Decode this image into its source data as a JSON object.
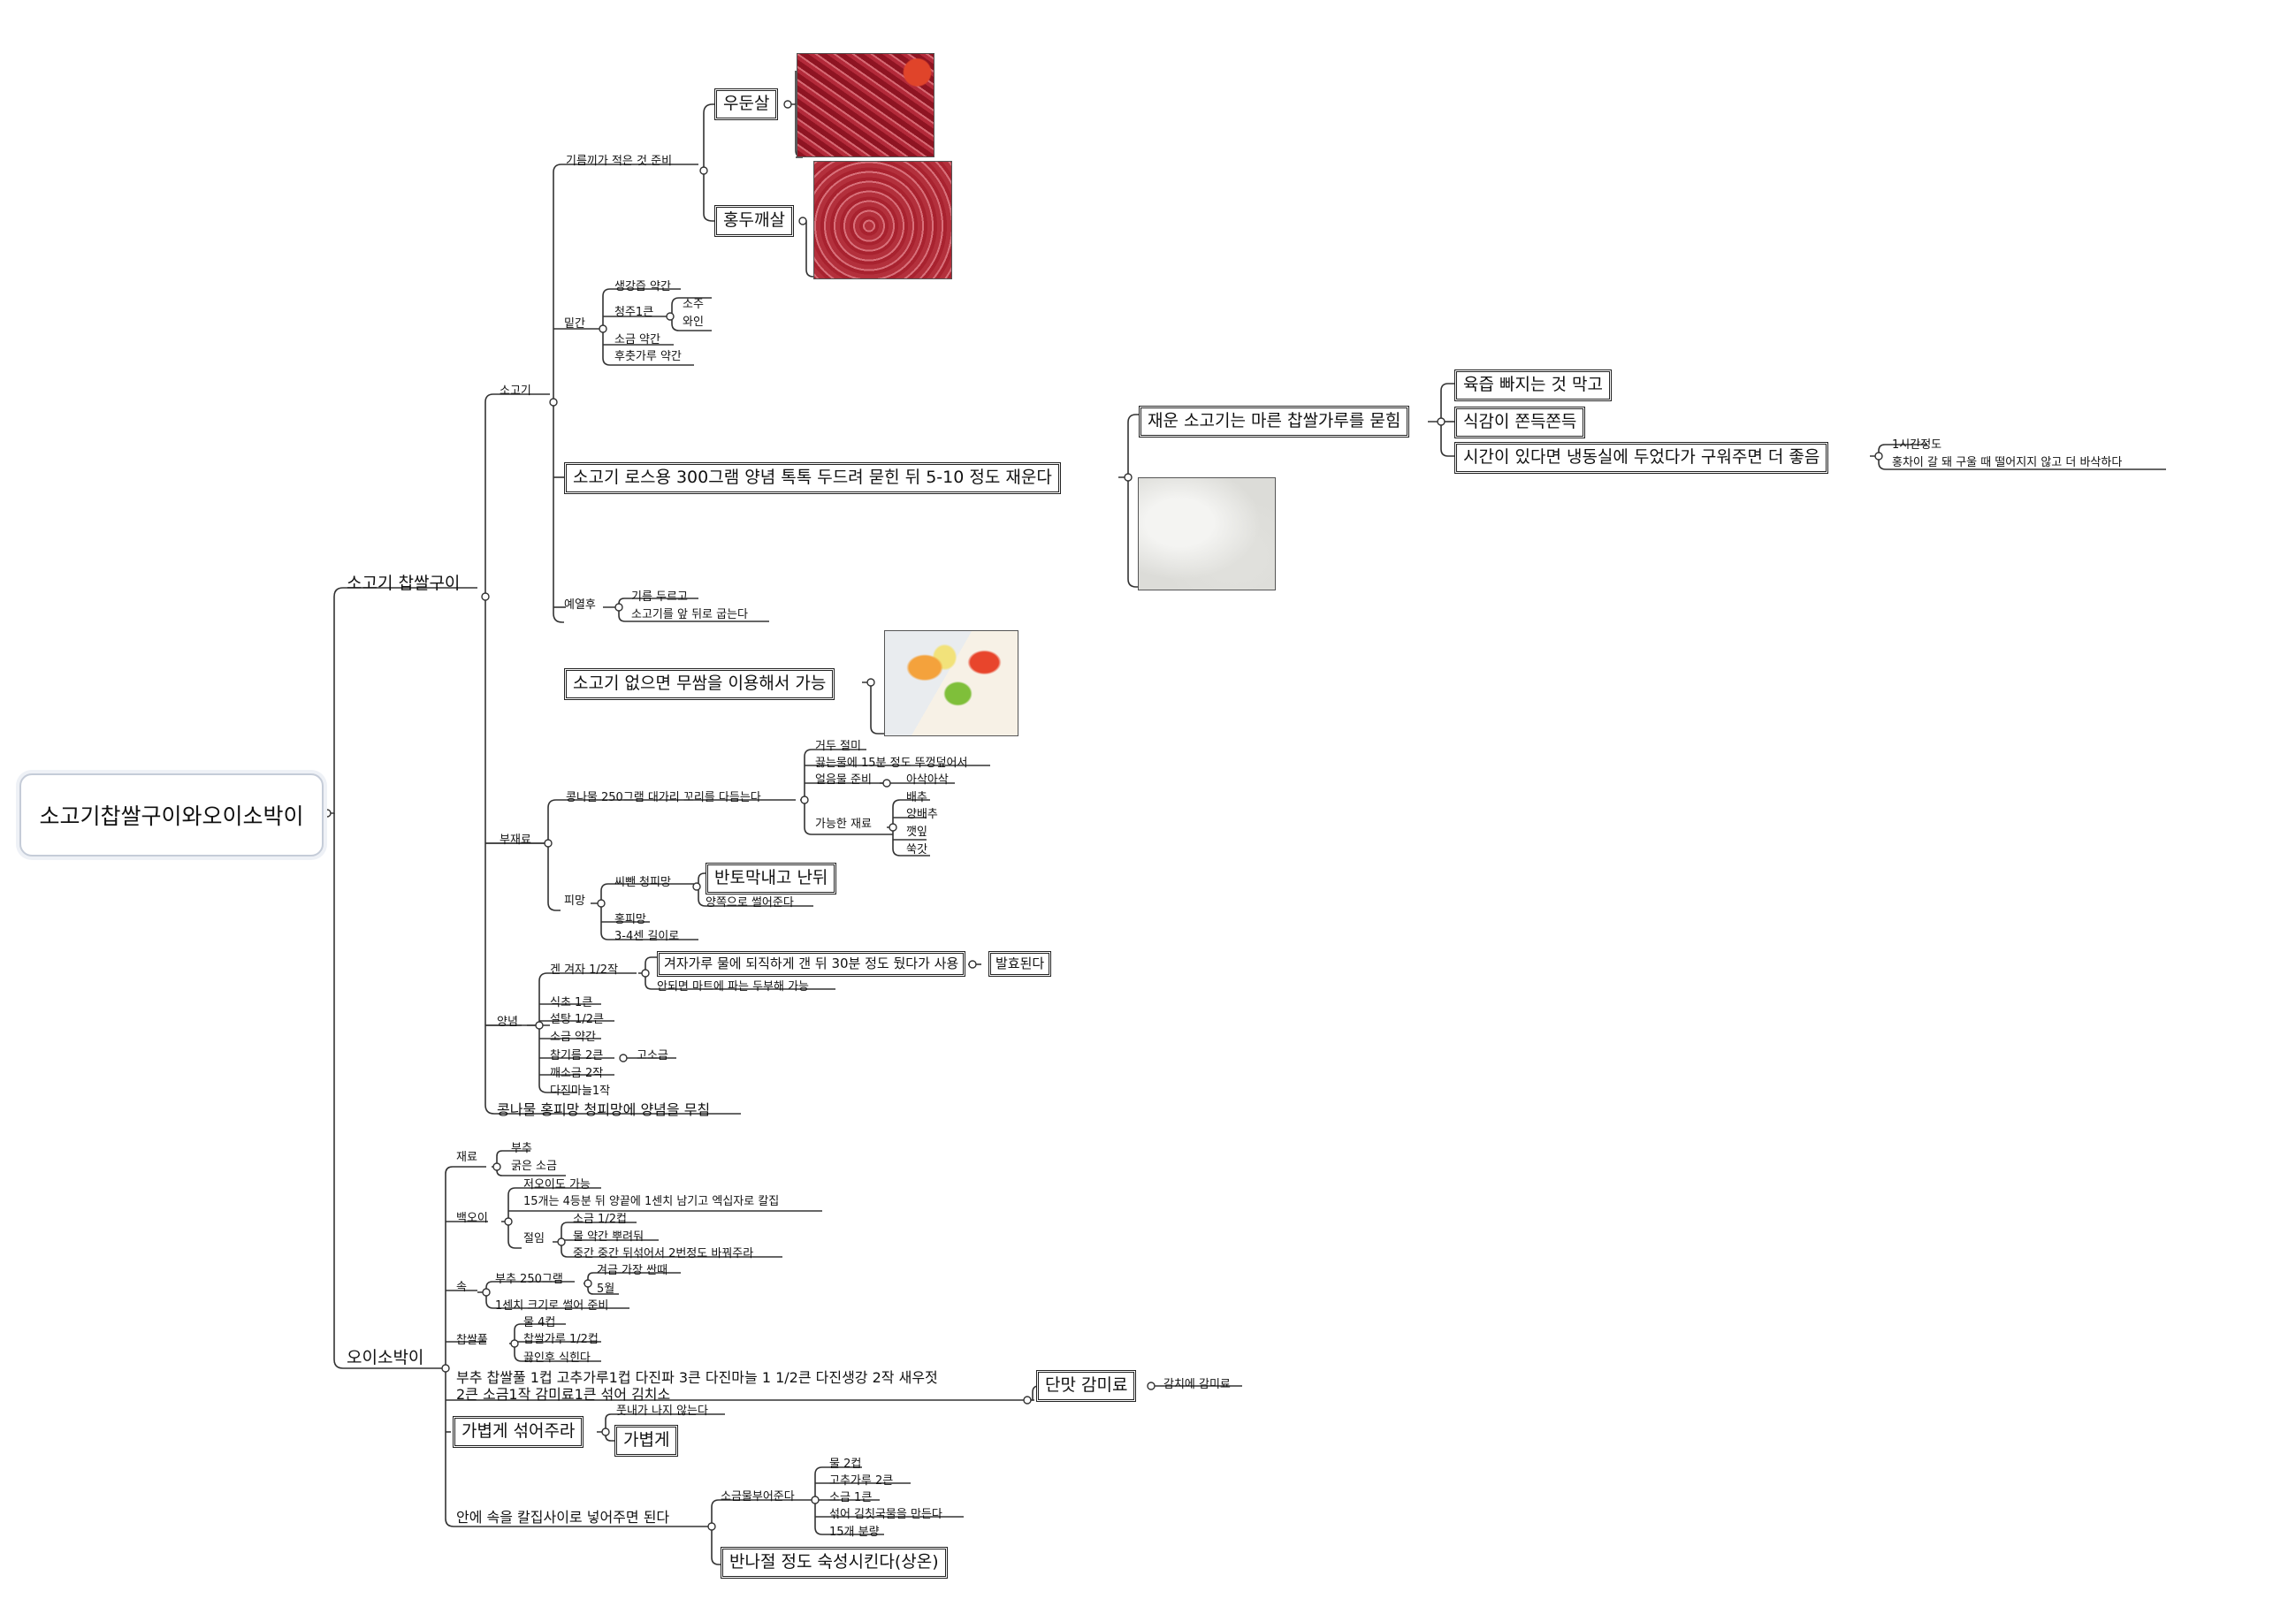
{
  "root": "소고기찹쌀구이와오이소박이",
  "beef": {
    "title": "소고기 찹쌀구이",
    "cat": "소고기",
    "prep": "기름끼가 적은 것 준비",
    "cut1": "우둔살",
    "cut2": "홍두깨살",
    "marinade": "밑간",
    "m1": "생강즙 약간",
    "m2": "청주1큰",
    "m2a": "소주",
    "m2b": "와인",
    "m3": "소금 약간",
    "m4": "후춧가루 약간",
    "step": "소고기 로스용 300그램 양념 톡톡 두드려 묻힌 뒤 5-10 정도 재운다",
    "coat": "재운 소고기는 마른 찹쌀가루를 묻힘",
    "c1": "육즙 빠지는 것 막고",
    "c2": "식감이 쫀득쫀득",
    "c3": "시간이 있다면 냉동실에 두었다가 구워주면 더 좋음",
    "c3a": "1시간정도",
    "c3b": "홍차이 갈 돼 구울 때 떨어지지 않고 더 바삭하다",
    "preheat": "예열후",
    "p1": "기름 두르고",
    "p2": "소고기를 앞 뒤로 굽는다",
    "alt": "소고기 없으면 무쌈을 이용해서 가능"
  },
  "sides": {
    "cat": "부재료",
    "sprout": "콩나물 250그램 대가리 꼬리를 다듬는다",
    "s1": "거두 절미",
    "s2": "끓는물에 15분 정도 뚜껑덮어서",
    "s3": "얼음물 준비",
    "s3a": "아삭아삭",
    "s4": "가능한 재료",
    "s4a": "배추",
    "s4b": "양배추",
    "s4c": "깻잎",
    "s4d": "쑥갓",
    "pepper": "피망",
    "pp1": "씨뺀 청피망",
    "pp1a": "반토막내고 난뒤",
    "pp1b": "양쪽으로 썰어준다",
    "pp2": "홍피망",
    "pp3": "3-4센 길이로"
  },
  "sauce": {
    "cat": "양념",
    "mustard": "겐 겨자 1/2작",
    "ms1": "겨자가루 물에 되직하게 갠 뒤 30분 정도 뒀다가 사용",
    "ms1a": "발효된다",
    "ms2": "안되면 마트에 파는 두부해 가능",
    "v1": "식초 1큰",
    "v2": "설탕 1/2큰",
    "v3": "소금 약간",
    "v4": "참기름 2큰",
    "v4a": "고소금",
    "v5": "깨소금 2작",
    "v6": "다진마늘1작",
    "mix": "콩나물 홍피망 청피망에 양념을 무침"
  },
  "cucumber": {
    "title": "오이소박이",
    "ing": "재료",
    "i1": "부추",
    "i2": "굵은 소금",
    "cu": "백오이",
    "cu1": "저오이도 가능",
    "cu2": "15개는 4등분 뒤 양끝에 1센치 남기고 엑십자로 칼집",
    "salt": "절임",
    "sa1": "소금 1/2컵",
    "sa2": "물 약간 뿌려둬",
    "sa3": "중간 중간 뒤섞어서 2번정도 바꿔주라",
    "fill": "속",
    "f1": "부추 250그램",
    "f1a": "겨금 가장 싼때",
    "f1b": "5월",
    "f2": "1센치 크기로 썰어 준비",
    "paste": "찹쌀풀",
    "pa1": "물 4컵",
    "pa2": "찹쌀가루 1/2컵",
    "pa3": "끓인후 식힌다",
    "recipe1": "부추 찹쌀풀 1컵 고추가루1컵 다진파 3큰 다진마늘 1 1/2큰  다진생강 2작 새우젓",
    "recipe2": "2큰 소금1작 감미료1큰 섞어 김치소",
    "sweet": "단맛 감미료",
    "sweet_a": "감치에 감미료",
    "gentle": "가볍게 섞어주라",
    "gentle_a": "풋내가 나지 않는다",
    "gentle_b": "가볍게",
    "stuff": "안에 속을 칼집사이로 넣어주면 된다",
    "st1": "소금물부어준다",
    "st1a": "물 2컵",
    "st1b": "고추가루 2큰",
    "st1c": "소금 1큰",
    "st1d": "섞어 김칫국물을 만든다",
    "st1e": "15개 분량",
    "st2": "반나절 정도 숙성시킨다(상온)"
  }
}
